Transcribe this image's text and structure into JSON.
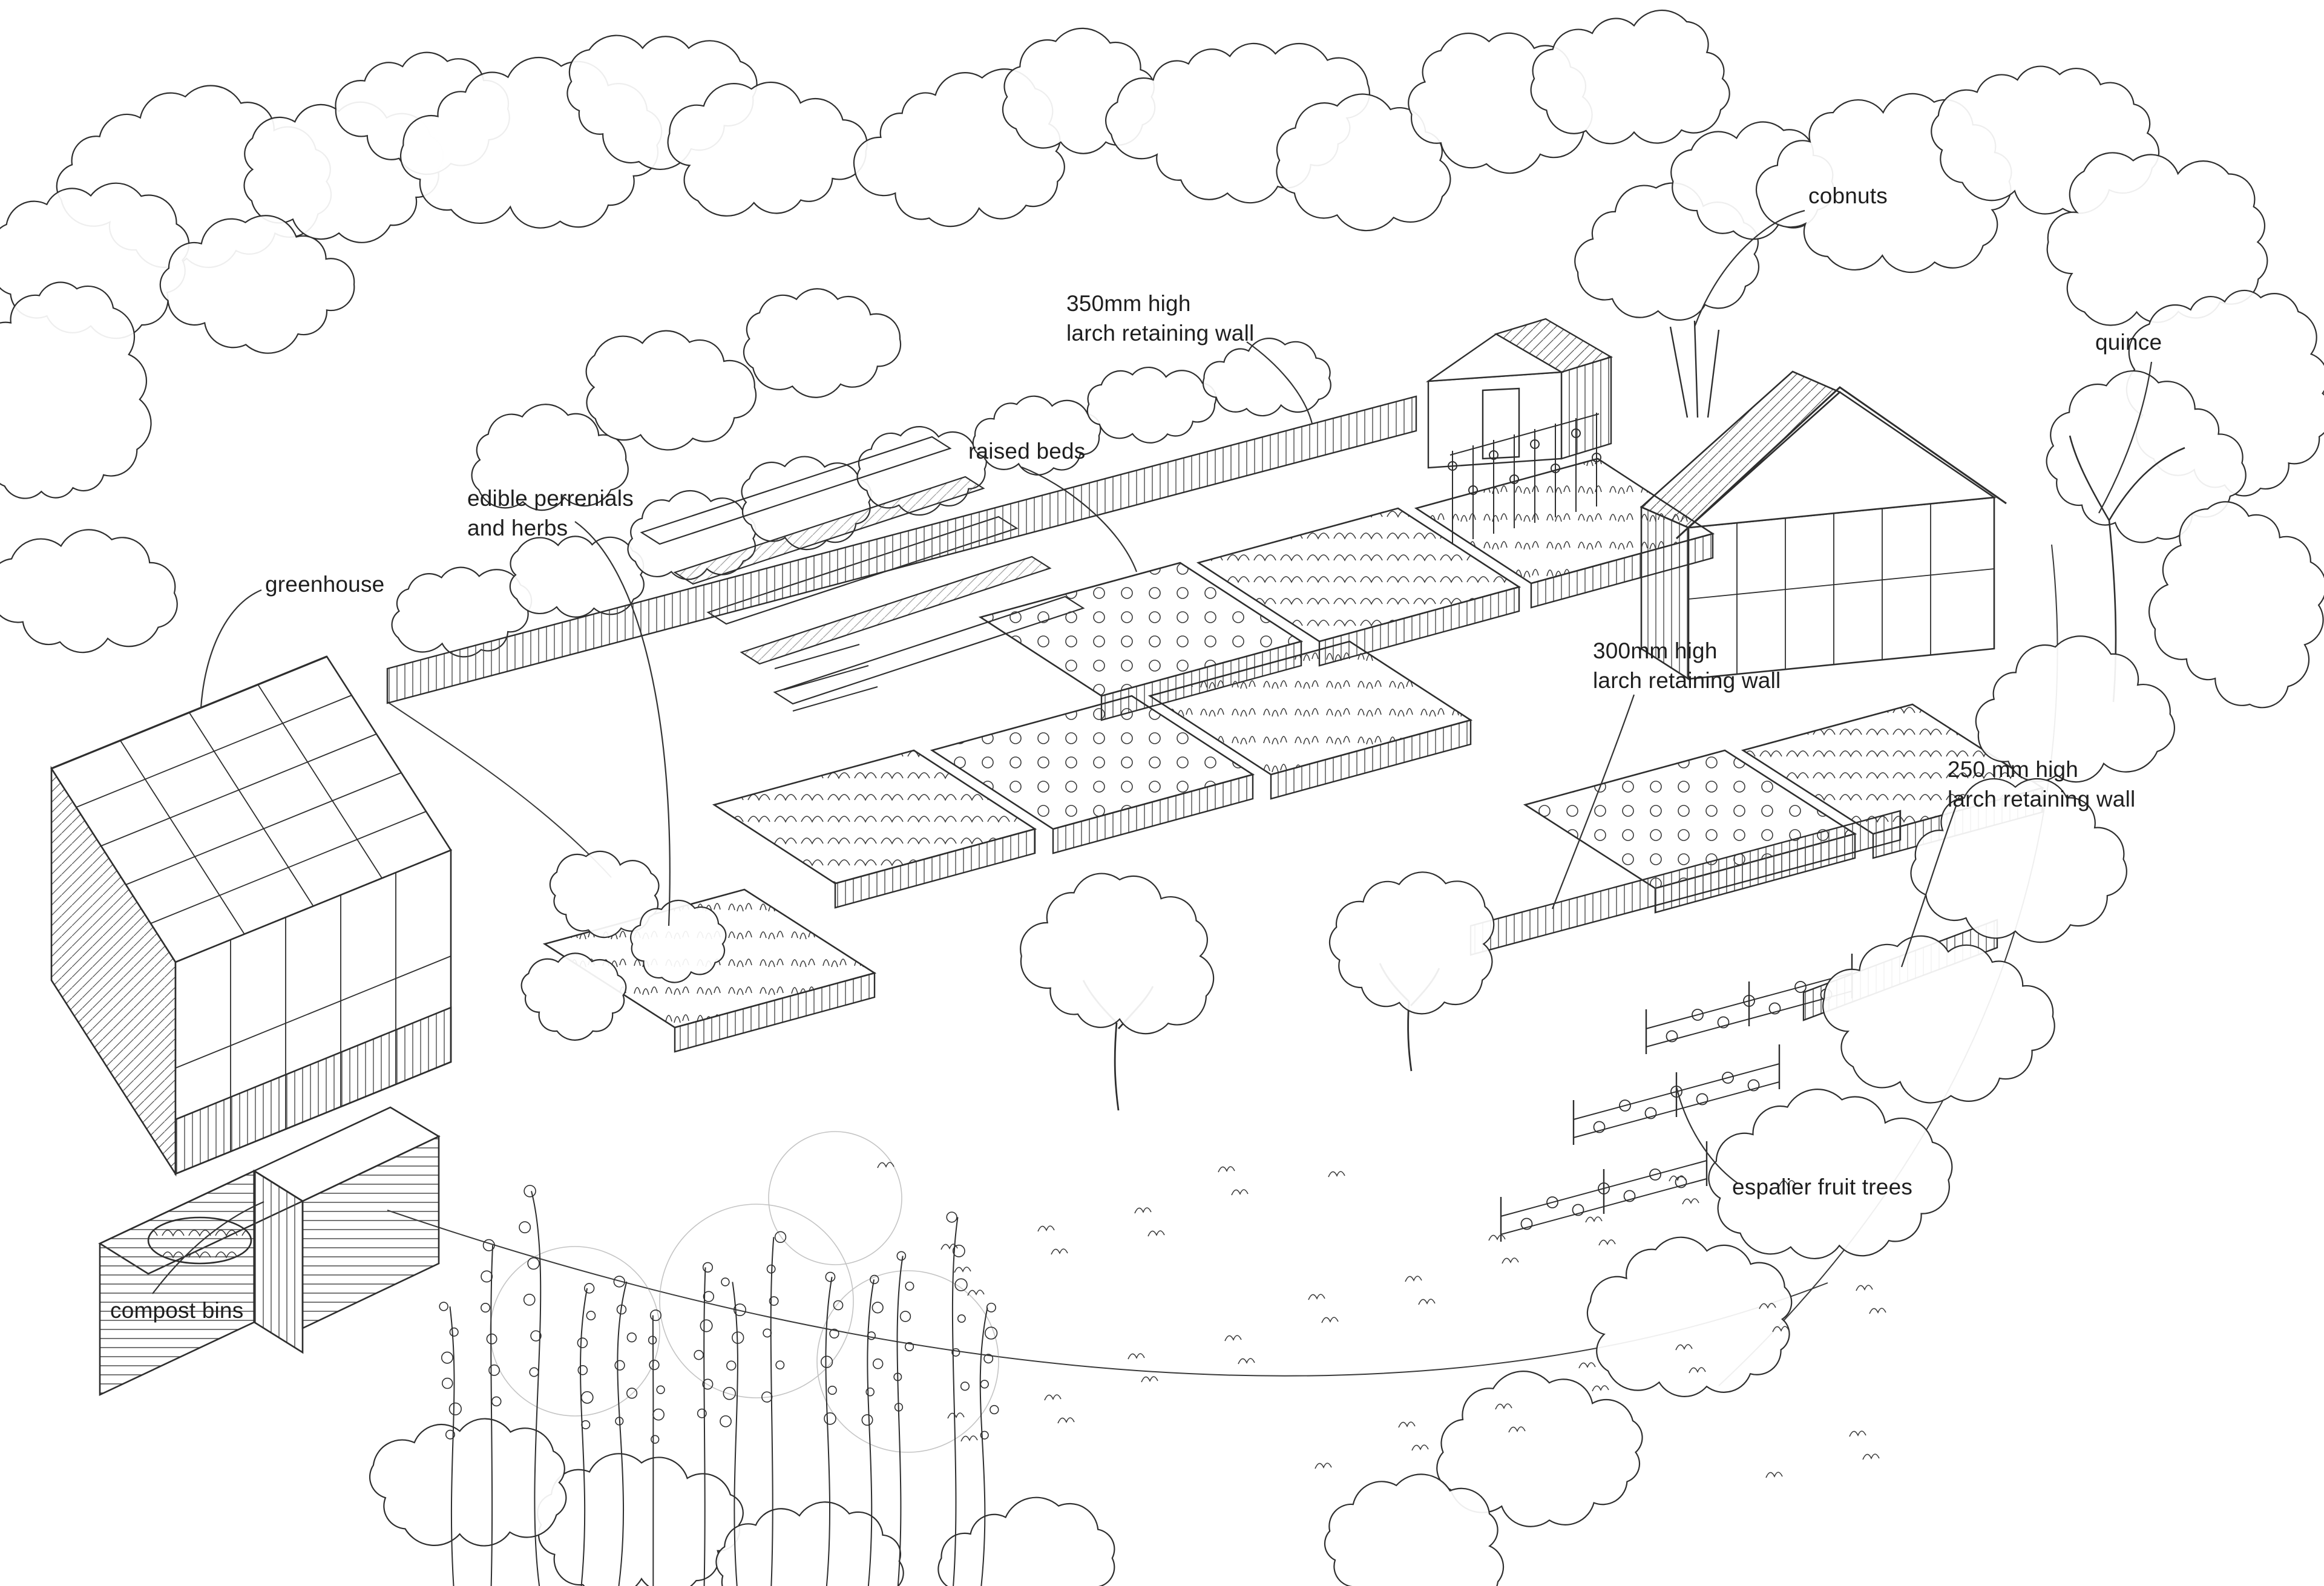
{
  "style": {
    "ink": "#2e2e2e",
    "paper": "#ffffff",
    "label_color": "#1f1f1f"
  },
  "annotations": {
    "cobnuts": {
      "text": "cobnuts"
    },
    "quince": {
      "text": "quince"
    },
    "wall_350": {
      "line1": "350mm high",
      "line2": "larch retaining wall"
    },
    "raised_beds": {
      "text": "raised beds"
    },
    "edible_perennials": {
      "line1": "edible perrenials",
      "line2": "and herbs"
    },
    "greenhouse": {
      "text": "greenhouse"
    },
    "wall_300": {
      "line1": "300mm high",
      "line2": "larch retaining wall"
    },
    "wall_250": {
      "line1": "250 mm high",
      "line2": "larch retaining wall"
    },
    "espalier_fruit_trees": {
      "text": "espalier fruit trees"
    },
    "compost_bins": {
      "text": "compost bins"
    }
  }
}
